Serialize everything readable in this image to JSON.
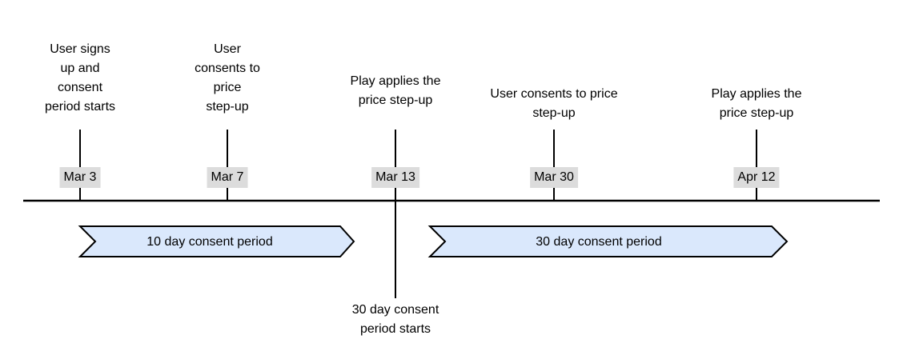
{
  "diagram": {
    "title": "subscription-price-step-up-consent-timeline",
    "colors": {
      "background": "#ffffff",
      "line": "#000000",
      "arrow_fill": "#dae8fc",
      "arrow_stroke": "#000000",
      "date_label_bg": "#dcdcdc",
      "text": "#000000"
    },
    "events": [
      {
        "date": "Mar 3",
        "label": "User signs\nup and\nconsent\nperiod starts"
      },
      {
        "date": "Mar 7",
        "label": "User\nconsents to\nprice\nstep-up"
      },
      {
        "date": "Mar 13",
        "label": "Play applies the\nprice step-up",
        "below_label": "30 day consent\nperiod starts"
      },
      {
        "date": "Mar 30",
        "label": "User consents to price\nstep-up"
      },
      {
        "date": "Apr 12",
        "label": "Play applies the\nprice step-up"
      }
    ],
    "periods": [
      {
        "label": "10 day consent period"
      },
      {
        "label": "30 day consent period"
      }
    ]
  }
}
